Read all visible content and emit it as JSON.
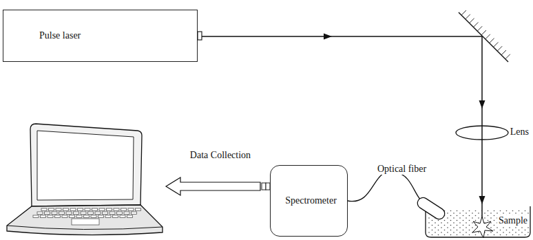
{
  "diagram": {
    "nodes": [
      {
        "text": [
          "Pulse laser"
        ]
      },
      {
        "text": [
          "Spectrometer"
        ]
      }
    ],
    "labels": [
      "Lens",
      "Optical fiber",
      "Data Collection",
      "Sample"
    ]
  }
}
